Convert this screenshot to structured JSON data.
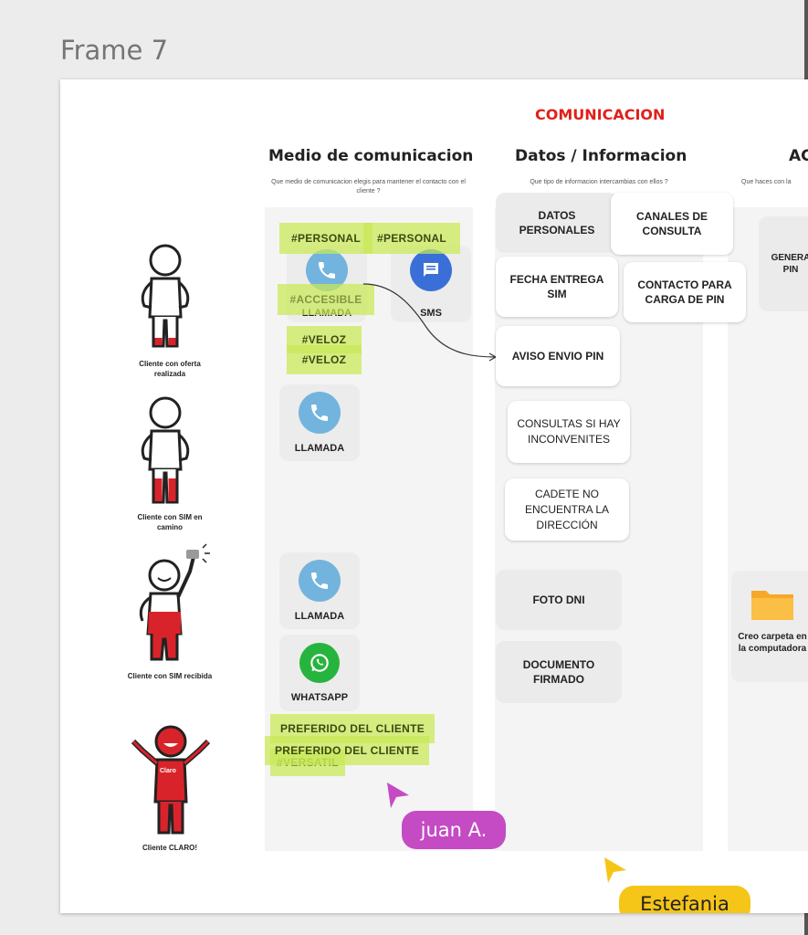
{
  "frame_title": "Frame 7",
  "board": {
    "title": "COMUNICACION",
    "columns": [
      {
        "header": "Medio de comunicacion",
        "subtitle": "Que medio de comunicacion elegis para mantener el contacto con el cliente ?"
      },
      {
        "header": "Datos / Informacion",
        "subtitle": "Que tipo de informacion intercambias con ellos ?"
      },
      {
        "header": "AC",
        "subtitle": "Que haces con la"
      }
    ],
    "personas": [
      {
        "label": "Cliente con oferta realizada"
      },
      {
        "label": "Cliente con SIM en camino"
      },
      {
        "label": "Cliente con SIM recibida"
      },
      {
        "label": "Cliente CLARO!",
        "shirt_text": "Claro"
      }
    ],
    "channels": {
      "llamada_1": "LLAMADA",
      "sms": "SMS",
      "llamada_2": "LLAMADA",
      "llamada_3": "LLAMADA",
      "whatsapp": "WHATSAPP"
    },
    "tags": {
      "personal_1": "#PERSONAL",
      "personal_2": "#PERSONAL",
      "accesible": "#ACCESIBLE",
      "veloz_1": "#VELOZ",
      "veloz_2": "#VELOZ",
      "preferido_1": "PREFERIDO DEL CLIENTE",
      "preferido_2": "PREFERIDO DEL CLIENTE",
      "versatil": "#VERSATIL"
    },
    "data_cards": {
      "datos_personales": "DATOS PERSONALES",
      "canales_consulta": "CANALES DE CONSULTA",
      "fecha_entrega": "FECHA ENTREGA SIM",
      "contacto_pin": "CONTACTO PARA CARGA DE PIN",
      "aviso_pin": "AVISO ENVIO PIN",
      "consultas": "CONSULTAS SI HAY INCONVENITES",
      "cadete": "CADETE NO ENCUENTRA LA DIRECCIÓN",
      "foto_dni": "FOTO DNI",
      "documento": "DOCUMENTO FIRMADO"
    },
    "action_cards": {
      "genera": "GENERA PIN",
      "carpeta": "Creo carpeta en la computadora"
    }
  },
  "cursors": [
    {
      "name": "juan A.",
      "color": "#c44bc4"
    },
    {
      "name": "Estefania",
      "color": "#f5c518"
    }
  ]
}
